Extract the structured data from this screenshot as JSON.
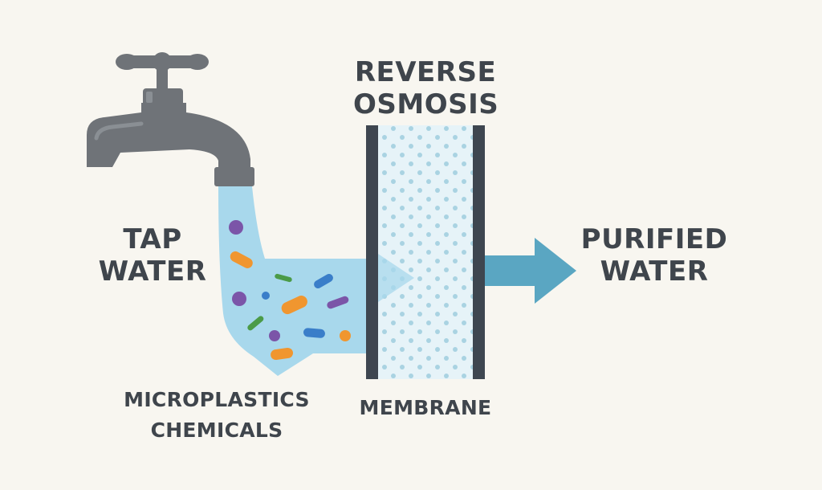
{
  "labels": {
    "reverse_osmosis_line1": "REVERSE",
    "reverse_osmosis_line2": "OSMOSIS",
    "tap_water_line1": "TAP",
    "tap_water_line2": "WATER",
    "purified_water_line1": "PURIFIED",
    "purified_water_line2": "WATER",
    "contaminants_line1": "MICROPLASTICS",
    "contaminants_line2": "CHEMICALS",
    "membrane": "MEMBRANE"
  },
  "colors": {
    "background": "#f8f6f0",
    "faucet": "#6f7378",
    "water": "#a8d8ec",
    "membrane_frame": "#3e4650",
    "membrane_fill": "#e6f3f8",
    "membrane_dots": "#a9d3e2",
    "arrow": "#5aa6c2",
    "text": "#3f454c",
    "particle_purple": "#7b55a8",
    "particle_orange": "#f0962f",
    "particle_blue": "#3a7ec9",
    "particle_green": "#4b9b48"
  },
  "icons": [
    "faucet-icon",
    "particle-icon",
    "arrow-right-icon",
    "membrane-icon"
  ]
}
